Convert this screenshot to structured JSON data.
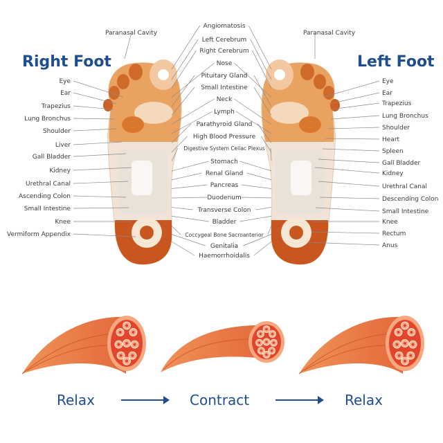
{
  "feet": {
    "right_title": "Right Foot",
    "left_title": "Left Foot"
  },
  "right_labels": [
    "Paranasal Cavity",
    "Eye",
    "Ear",
    "Trapezius",
    "Lung Bronchus",
    "Shoulder",
    "Liver",
    "Gall Bladder",
    "Kidney",
    "Urethral Canal",
    "Ascending Colon",
    "Small Intestine",
    "Knee",
    "Vermiform Appendix"
  ],
  "left_labels": [
    "Paranasal Cavity",
    "Eye",
    "Ear",
    "Trapezius",
    "Lung Bronchus",
    "Shoulder",
    "Heart",
    "Spleen",
    "Gall Bladder",
    "Kidney",
    "Urethral Canal",
    "Descending Colon",
    "Small Intestine",
    "Knee",
    "Rectum",
    "Anus"
  ],
  "center_labels": [
    "Angiomatosis",
    "Left Cerebrum",
    "Right Cerebrum",
    "Nose",
    "Pituitary Gland",
    "Small Intestine",
    "Neck",
    "Lymph",
    "Parathyroid Gland",
    "High Blood Pressure",
    "Digestive System Celiac Plexus",
    "Stomach",
    "Renal Gland",
    "Pancreas",
    "Duodenum",
    "Transverse Colon",
    "Bladder",
    "Coccygeal Bone Sacroanterior",
    "Genitalia",
    "Haemorrhoidalis"
  ],
  "cycle": {
    "step1": "Relax",
    "step2": "Contract",
    "step3": "Relax"
  },
  "colors": {
    "accent_blue": "#1f4e8f",
    "foot_orange": "#c8561e",
    "foot_light": "#e9a56b",
    "muscle_orange": "#e8763e",
    "muscle_core": "#e2452b"
  }
}
